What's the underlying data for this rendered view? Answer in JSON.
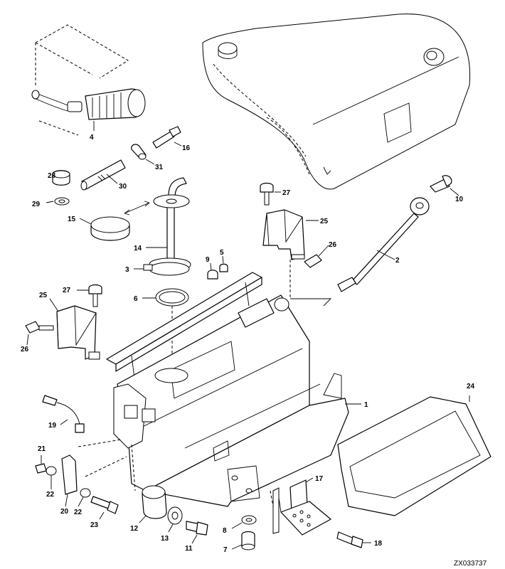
{
  "figure_code": "ZX033737",
  "callouts": [
    "1",
    "2",
    "3",
    "4",
    "5",
    "6",
    "7",
    "8",
    "9",
    "10",
    "11",
    "12",
    "13",
    "14",
    "15",
    "16",
    "17",
    "18",
    "19",
    "20",
    "21",
    "22",
    "22",
    "23",
    "24",
    "25",
    "25",
    "26",
    "26",
    "27",
    "27",
    "28",
    "29",
    "30",
    "31"
  ]
}
